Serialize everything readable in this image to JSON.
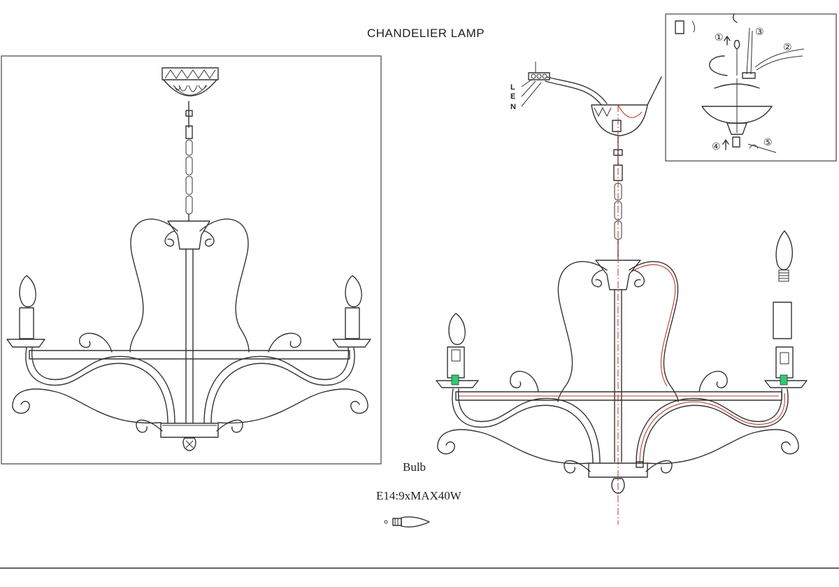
{
  "title": "CHANDELIER LAMP",
  "bulb": {
    "label": "Bulb",
    "spec": "E14:9xMAX40W"
  },
  "wire_labels": [
    "L",
    "E",
    "N"
  ],
  "install_steps": [
    "①",
    "②",
    "③",
    "④",
    "⑤"
  ],
  "colors": {
    "line": "#333333",
    "wiring": "#c0392b",
    "connector": "#2ecc71"
  }
}
